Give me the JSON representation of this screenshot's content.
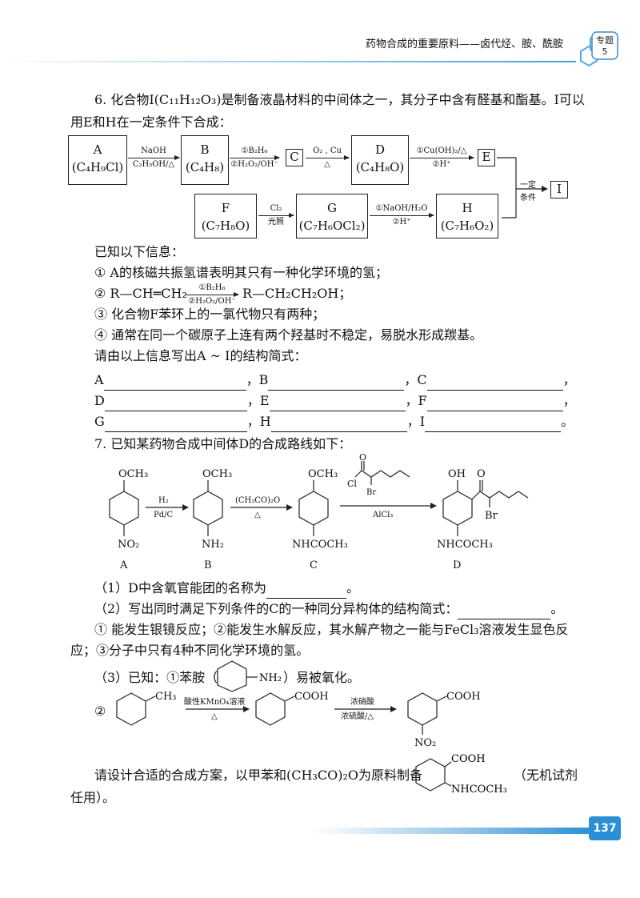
{
  "header": {
    "title": "药物合成的重要原料——卤代烃、胺、酰胺",
    "badge_line1": "专题",
    "badge_line2": "5"
  },
  "q6": {
    "intro_line1": "6. 化合物I(C₁₁H₁₂O₃)是制备液晶材料的中间体之一，其分子中含有醛基和酯基。I可以",
    "intro_line2": "用E和H在一定条件下合成：",
    "boxA_name": "A",
    "boxA_formula": "(C₄H₉Cl)",
    "arrow1_top": "NaOH",
    "arrow1_bottom": "C₂H₅OH/△",
    "boxB_name": "B",
    "boxB_formula": "(C₄H₈)",
    "arrow2_top": "①B₂H₆",
    "arrow2_bottom": "②H₂O₂/OH⁻",
    "boxC": "C",
    "arrow3_top": "O₂ , Cu",
    "arrow3_bottom": "△",
    "boxD_name": "D",
    "boxD_formula": "(C₄H₈O)",
    "arrow4_top": "①Cu(OH)₂/△",
    "arrow4_bottom": "②H⁺",
    "boxE": "E",
    "arrow5_top": "一定",
    "arrow5_bottom": "条件",
    "boxI": "I",
    "boxF_name": "F",
    "boxF_formula": "(C₇H₈O)",
    "arrow6_top": "Cl₂",
    "arrow6_bottom": "光照",
    "boxG_name": "G",
    "boxG_formula": "(C₇H₆OCl₂)",
    "arrow7_top": "①NaOH/H₂O",
    "arrow7_bottom": "②H⁺",
    "boxH_name": "H",
    "boxH_formula": "(C₇H₆O₂)",
    "known_title": "已知以下信息：",
    "info1": "① A的核磁共振氢谱表明其只有一种化学环境的氢；",
    "info2_left": "② R—CH═CH₂",
    "info2_arrow_top": "①B₂H₆",
    "info2_arrow_bottom": "②H₂O₂/OH⁻",
    "info2_right": "R—CH₂CH₂OH；",
    "info3": "③ 化合物F苯环上的一氯代物只有两种；",
    "info4": "④ 通常在同一个碳原子上连有两个羟基时不稳定，易脱水形成羰基。",
    "ask": "请由以上信息写出A ~ I的结构简式：",
    "labels": [
      "A",
      "B",
      "C",
      "D",
      "E",
      "F",
      "G",
      "H",
      "I"
    ]
  },
  "q7": {
    "intro": "7. 已知某药物合成中间体D的合成路线如下：",
    "A_top": "OCH₃",
    "A_bottom": "NO₂",
    "A_label": "A",
    "arrowAB_top": "H₂",
    "arrowAB_bottom": "Pd/C",
    "B_top": "OCH₃",
    "B_bottom": "NH₂",
    "B_label": "B",
    "arrowBC_top": "(CH₃CO)₂O",
    "arrowBC_bottom": "△",
    "C_top": "OCH₃",
    "C_bottom": "NHCOCH₃",
    "C_label": "C",
    "reagent_cl": "Cl",
    "reagent_br": "Br",
    "reagent_o": "O",
    "arrowCD_bottom": "AlCl₃",
    "D_oh": "OH",
    "D_o": "O",
    "D_br": "Br",
    "D_bottom": "NHCOCH₃",
    "D_label": "D",
    "q1": "（1）D中含氧官能团的名称为",
    "q2": "（2）写出同时满足下列条件的C的一种同分异构体的结构简式：",
    "cond_line1": "① 能发生银镜反应；②能发生水解反应，其水解产物之一能与FeCl₃溶液发生显色反",
    "cond_line2": "应；③分子中只有4种不同化学环境的氢。",
    "q3_pre": "（3）已知：①苯胺（",
    "q3_nh2": "NH₂",
    "q3_post": "）易被氧化。",
    "q3_2": "②",
    "ch3": "CH₃",
    "arrow_kmno4_top": "酸性KMnO₄溶液",
    "arrow_kmno4_bottom": "△",
    "cooh": "COOH",
    "arrow_nitro_top": "浓硝酸",
    "arrow_nitro_bottom": "浓硫酸/△",
    "no2": "NO₂",
    "design_pre": "请设计合适的合成方案，以甲苯和(CH₃CO)₂O为原料制备",
    "design_cooh": "COOH",
    "design_nh": "NHCOCH₃",
    "design_post": "（无机试剂",
    "design_line2": "任用）。"
  },
  "footer": {
    "page": "137"
  }
}
